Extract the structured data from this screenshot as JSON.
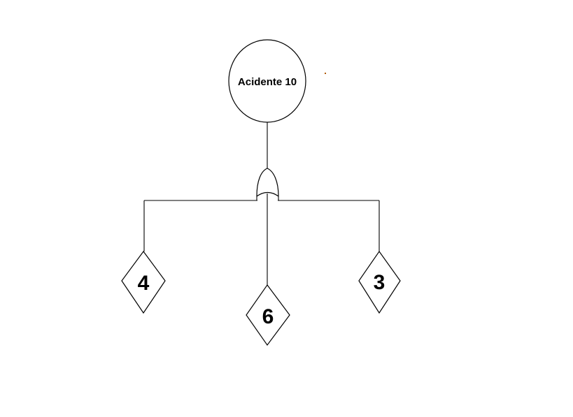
{
  "page": {
    "background_color": "#ffffff",
    "line_color": "#000000"
  },
  "diagram": {
    "type": "fault-tree",
    "top_event": {
      "shape": "circle",
      "label": "Acidente 10"
    },
    "gate": {
      "type": "or-gate"
    },
    "basic_events": [
      {
        "shape": "diamond",
        "label": "4",
        "position": "left"
      },
      {
        "shape": "diamond",
        "label": "6",
        "position": "center"
      },
      {
        "shape": "diamond",
        "label": "3",
        "position": "right"
      }
    ],
    "stray_dot_color": "#b05a00"
  }
}
